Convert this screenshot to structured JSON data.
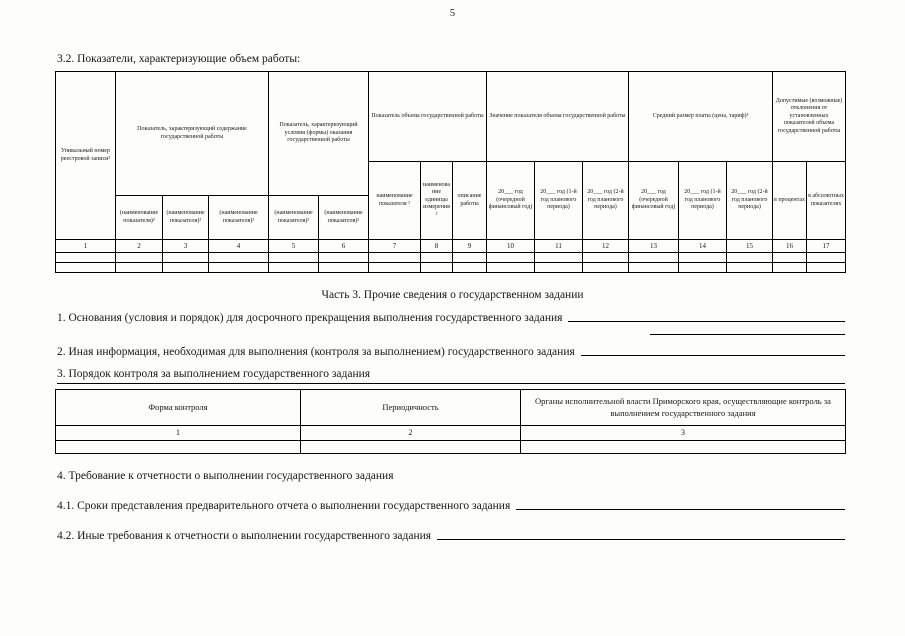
{
  "page_number": "5",
  "section32_title": "3.2. Показатели, характеризующие объем работы:",
  "volume_table": {
    "unique_number": "Уникальный номер реестровой записи²",
    "group_content": "Показатель, характеризующий содержание государственной работы",
    "group_conditions": "Показатель, характеризующий условия (формы) оказания государственной работы",
    "group_volume": "Показатель объема государственной работы",
    "group_value": "Значение показателя объема государственной работы",
    "group_payment": "Средний размер платы (цена, тариф)³",
    "group_deviation": "Допустимые (возможные) отклонения от установленных показателей объема государственной работы",
    "name_cell": "(наименование показателя)²",
    "sub_indicator_name": "наименование показателя ²",
    "sub_unit_name": "наименование единицы измерения ²",
    "sub_work_desc": "описание работы",
    "years": [
      "20___ год (очередной финансовый год)",
      "20___ год (1-й год планового периода)",
      "20___ год (2-й год планового периода)"
    ],
    "deviation_percent": "в процентах",
    "deviation_absolute": "в абсолютных показателях",
    "column_numbers": [
      "1",
      "2",
      "3",
      "4",
      "5",
      "6",
      "7",
      "8",
      "9",
      "10",
      "11",
      "12",
      "13",
      "14",
      "15",
      "16",
      "17"
    ]
  },
  "part3": {
    "title": "Часть 3. Прочие сведения о государственном задании",
    "item1": "1. Основания (условия и порядок)  для досрочного прекращения выполнения государственного задания",
    "item2": "2. Иная информация, необходимая для выполнения (контроля за выполнением) государственного задания",
    "item3": "3. Порядок контроля за выполнением государственного задания",
    "item4": "4. Требование к отчетности о выполнении государственного задания",
    "item41": "4.1. Сроки представления предварительного отчета о выполнении государственного задания",
    "item42": "4.2. Иные требования к отчетности о выполнении государственного задания"
  },
  "control_table": {
    "headers": [
      "Форма контроля",
      "Периодичность",
      "Органы исполнительной власти Приморского края, осуществляющие контроль за выполнением государственного задания"
    ],
    "numbers": [
      "1",
      "2",
      "3"
    ]
  }
}
